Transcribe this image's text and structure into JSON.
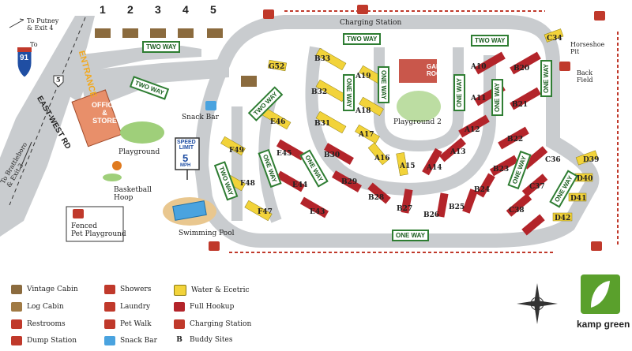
{
  "roads": {
    "to_putney": "To Putney\n& Exit 4",
    "to_91": "To",
    "i91": "91",
    "route5": "5",
    "east_west_rd": "EAST-WEST RD",
    "to_brattleboro": "To Brattleboro\n& Exit 3",
    "entrance": "ENTRANCE"
  },
  "cabins": [
    "1",
    "2",
    "3",
    "4",
    "5"
  ],
  "labels": {
    "charging_station": "Charging Station",
    "horseshoe_pit": "Horseshoe\nPit",
    "back_field": "Back\nField",
    "office_store": "OFFICE\n&\nSTORE",
    "playground": "Playground",
    "playground2": "Playground 2",
    "snack_bar": "Snack Bar",
    "speed_limit_title": "SPEED\nLIMIT",
    "speed_limit_value": "5",
    "speed_limit_unit": "MPH",
    "basketball": "Basketball\nHoop",
    "fenced_pet": "Fenced\nPet Playground",
    "swimming_pool": "Swimming Pool",
    "game_room": "GAME\nROOM",
    "logo": "kamp green"
  },
  "road_signs": {
    "two_way": "TWO WAY",
    "one_way": "ONE WAY"
  },
  "sites": {
    "B": [
      "B33",
      "B32",
      "B31",
      "B30",
      "B29",
      "B28",
      "B27",
      "B26",
      "B25",
      "B24",
      "B23",
      "B22",
      "B21",
      "B20"
    ],
    "A": [
      "A19",
      "A18",
      "A17",
      "A16",
      "A15",
      "A14",
      "A13",
      "A12",
      "A11",
      "A10"
    ],
    "E": [
      "E46",
      "E45",
      "E44",
      "E43"
    ],
    "F": [
      "F49",
      "F48",
      "F47"
    ],
    "G": [
      "G52"
    ],
    "C": [
      "C34",
      "C36",
      "C37",
      "C38"
    ],
    "D": [
      "D39",
      "D40",
      "D41",
      "D42"
    ]
  },
  "legend": [
    {
      "label": "Vintage Cabin",
      "icon": "vintage-cabin-icon"
    },
    {
      "label": "Log Cabin",
      "icon": "log-cabin-icon"
    },
    {
      "label": "Restrooms",
      "icon": "restrooms-icon"
    },
    {
      "label": "Dump Station",
      "icon": "dump-station-icon"
    },
    {
      "label": "Showers",
      "icon": "showers-icon"
    },
    {
      "label": "Laundry",
      "icon": "laundry-icon"
    },
    {
      "label": "Pet Walk",
      "icon": "pet-walk-icon"
    },
    {
      "label": "Snack Bar",
      "icon": "snack-bar-icon"
    },
    {
      "label": "Water & Ecetric",
      "icon": "water-electric-swatch"
    },
    {
      "label": "Full Hookup",
      "icon": "full-hookup-swatch"
    },
    {
      "label": "Charging Station",
      "icon": "charging-station-icon"
    },
    {
      "label": "Buddy Sites",
      "icon": "buddy-sites-letter"
    }
  ],
  "legend_buddy_letter": "B",
  "colors": {
    "road": "#d9dcdf",
    "road_edge": "#8e969e",
    "water_electric": "#f2d33a",
    "full_hookup": "#b3242a",
    "grass": "#ffffff",
    "fence": "#c0392b",
    "logo_green": "#5aa02c"
  }
}
